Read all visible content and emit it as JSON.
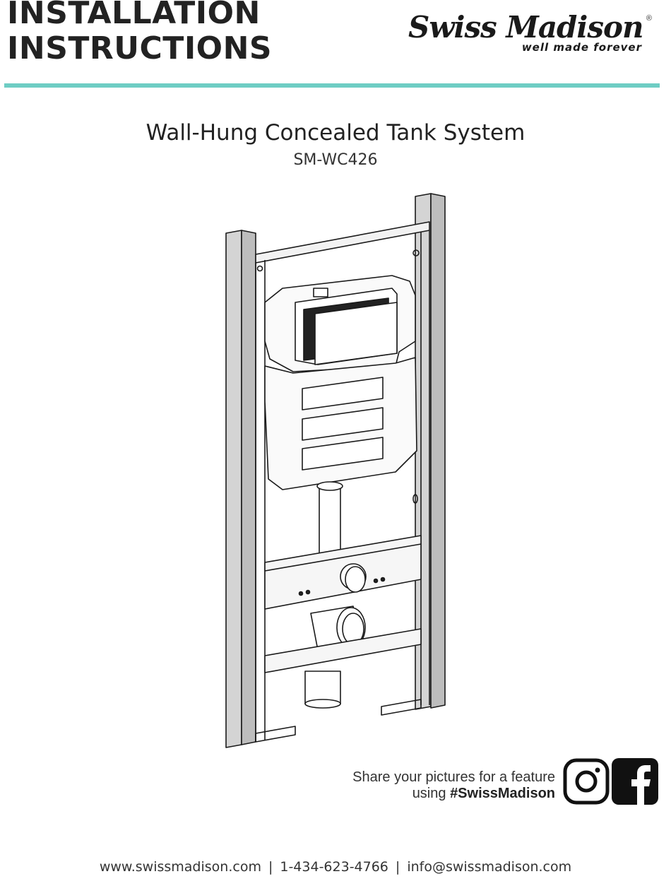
{
  "header": {
    "heading_line1": "INSTALLATION",
    "heading_line2": "INSTRUCTIONS",
    "logo_text": "Swiss Madison",
    "logo_tagline": "well made forever",
    "logo_reg": "®"
  },
  "accent_color": "#6ecdc4",
  "product": {
    "title": "Wall-Hung Concealed Tank System",
    "model": "SM-WC426"
  },
  "illustration": {
    "icon": "concealed-tank-frame-drawing"
  },
  "share": {
    "line1": "Share your pictures for a feature",
    "line2_prefix": "using ",
    "hashtag": "#SwissMadison",
    "icons": [
      "instagram-icon",
      "facebook-icon"
    ]
  },
  "footer": {
    "website": "www.swissmadison.com",
    "separator": "|",
    "phone": "1-434-623-4766",
    "email": "info@swissmadison.com"
  }
}
